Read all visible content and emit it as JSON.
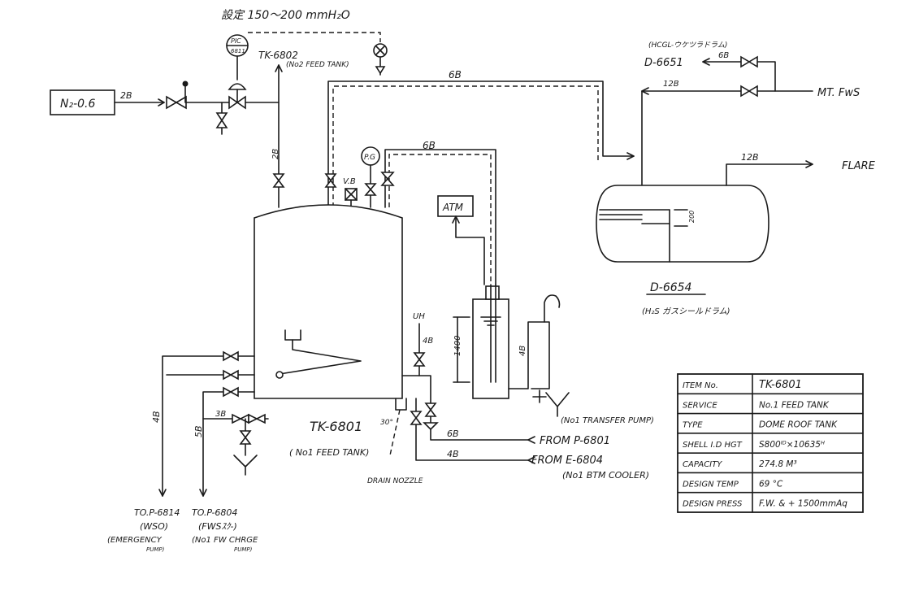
{
  "labels": {
    "setpoint": "設定 150～200 mmH₂O",
    "pic": "PIC",
    "pic_tag": "6811",
    "n2_source": "N₂-0.6",
    "size_2b": "2B",
    "size_2b_vertical": "2B",
    "tk6802": "TK-6802",
    "tk6802_desc": "(No2 FEED TANK)",
    "line_6b_top": "6B",
    "line_6b_mid": "6B",
    "vb": "V.B",
    "pg": "P.G",
    "atm": "ATM",
    "hcgl": "(HCGL-ウケツラドラム)",
    "d6651": "D-6651",
    "size_6b_right": "6B",
    "size_12b_right": "12B",
    "mt_fws": "MT. FwS",
    "size_12b_flare": "12B",
    "flare": "FLARE",
    "level_200": "200",
    "d6654": "D-6654",
    "d6654_desc": "(H₂S ガスシールドラム)",
    "size_1400": "1400",
    "size_4b_seal": "4B",
    "uh": "UH",
    "size_4b_uh": "4B",
    "no1_transfer_pump": "(No1 TRANSFER PUMP)",
    "tk6801": "TK-6801",
    "tk6801_desc": "( No1 FEED TANK)",
    "angle_30": "30°",
    "drain_nozzle": "DRAIN NOZZLE",
    "size_6b_from": "6B",
    "from_p6801": "FROM P-6801",
    "size_4b_from": "4B",
    "from_e6804": "FROM E-6804",
    "no1_bth_cooler": "(No1 BTM COOLER)",
    "size_4b_left": "4B",
    "size_3b": "3B",
    "size_5b": "5B",
    "to_p6814": "TO.P-6814",
    "wso": "(WSO)",
    "emergency": "(EMERGENCY",
    "pump1": "PUMP)",
    "to_p6804": "TO.P-6804",
    "fws": "(FWSｽｸ-)",
    "no1_fw_charge": "(No1 FW CHRGE",
    "pump2": "PUMP)"
  },
  "spec_table": [
    {
      "key": "ITEM No.",
      "value": "TK-6801"
    },
    {
      "key": "SERVICE",
      "value": "No.1 FEED TANK"
    },
    {
      "key": "TYPE",
      "value": "DOME ROOF TANK"
    },
    {
      "key": "SHELL I.D HGT",
      "value": "S800ᴵᴰ×10635ᴴ"
    },
    {
      "key": "CAPACITY",
      "value": "274.8 M³"
    },
    {
      "key": "DESIGN TEMP",
      "value": "69 °C"
    },
    {
      "key": "DESIGN PRESS",
      "value": "F.W. & + 1500mmAq"
    }
  ]
}
